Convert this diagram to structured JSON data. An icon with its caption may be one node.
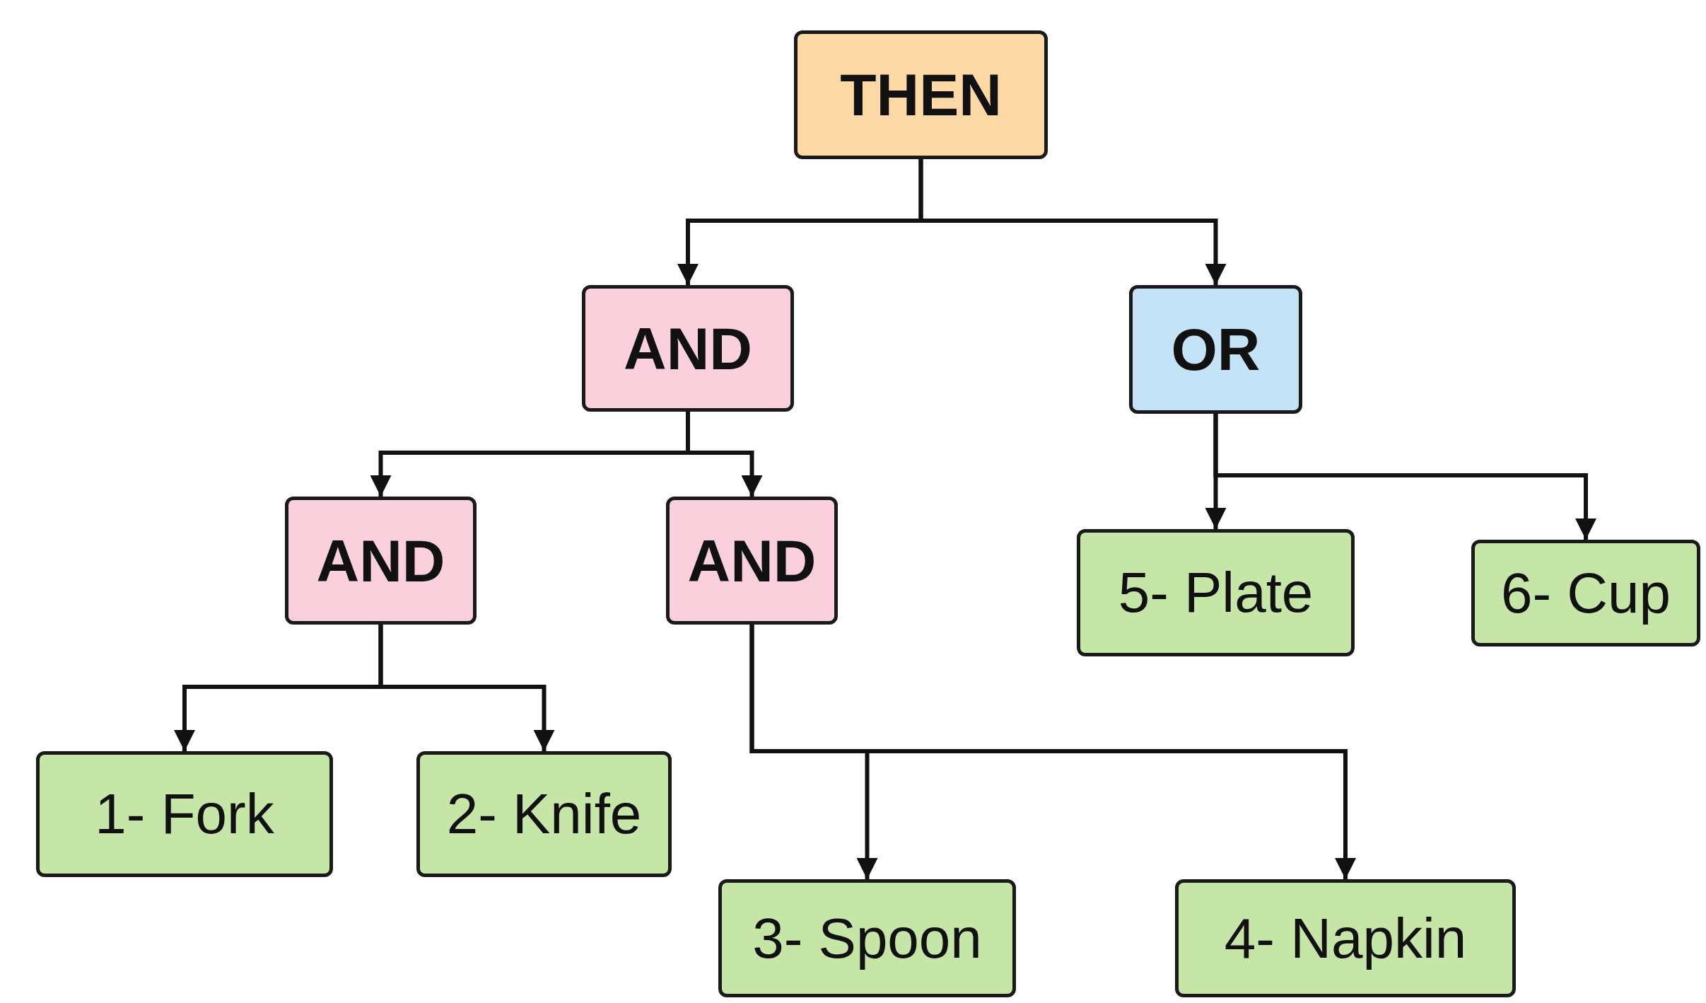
{
  "diagram": {
    "nodes": [
      {
        "text": [
          "THEN"
        ]
      },
      {
        "text": [
          "AND"
        ]
      },
      {
        "text": [
          "OR"
        ]
      },
      {
        "text": [
          "AND"
        ]
      },
      {
        "text": [
          "AND"
        ]
      },
      {
        "text": [
          "5- Plate"
        ]
      },
      {
        "text": [
          "6- Cup"
        ]
      },
      {
        "text": [
          "1- Fork"
        ]
      },
      {
        "text": [
          "2- Knife"
        ]
      },
      {
        "text": [
          "3- Spoon"
        ]
      },
      {
        "text": [
          "4- Napkin"
        ]
      }
    ],
    "edges": [
      {
        "from": 0,
        "to": 1,
        "arrow": "to"
      },
      {
        "from": 0,
        "to": 2,
        "arrow": "to"
      },
      {
        "from": 1,
        "to": 3,
        "arrow": "to"
      },
      {
        "from": 1,
        "to": 4,
        "arrow": "to"
      },
      {
        "from": 2,
        "to": 5,
        "arrow": "to"
      },
      {
        "from": 2,
        "to": 6,
        "arrow": "to"
      },
      {
        "from": 3,
        "to": 7,
        "arrow": "to"
      },
      {
        "from": 3,
        "to": 8,
        "arrow": "to"
      },
      {
        "from": 4,
        "to": 9,
        "arrow": "to"
      },
      {
        "from": 4,
        "to": 10,
        "arrow": "to"
      }
    ]
  }
}
